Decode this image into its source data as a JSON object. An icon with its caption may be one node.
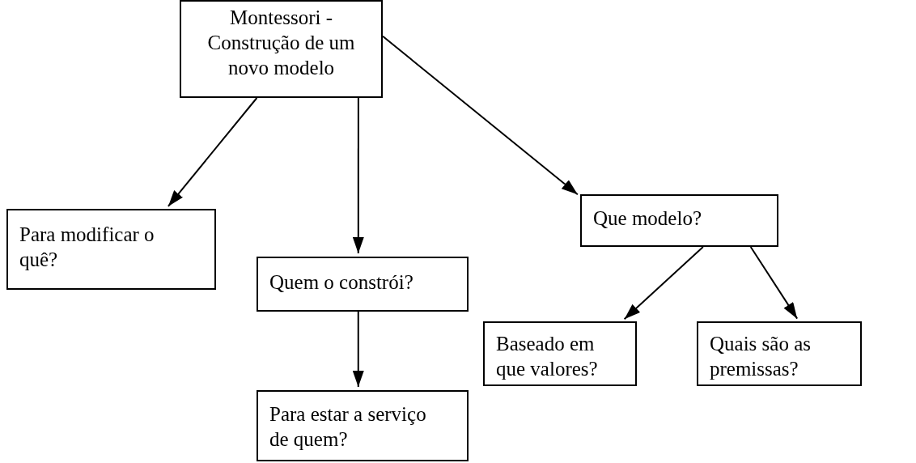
{
  "diagram": {
    "nodes": [
      {
        "text": [
          "Montessori - Construção de um novo modelo"
        ]
      },
      {
        "text": [
          "Para modificar o quê?"
        ]
      },
      {
        "text": [
          "Quem o constrói?"
        ]
      },
      {
        "text": [
          "Que modelo?"
        ]
      },
      {
        "text": [
          "Para estar a serviço de quem?"
        ]
      },
      {
        "text": [
          "Baseado em que valores?"
        ]
      },
      {
        "text": [
          "Quais são as premissas?"
        ]
      }
    ],
    "edges": [
      {
        "from": 0,
        "to": 1,
        "arrow": "to"
      },
      {
        "from": 0,
        "to": 2,
        "arrow": "to"
      },
      {
        "from": 0,
        "to": 3,
        "arrow": "to"
      },
      {
        "from": 2,
        "to": 4,
        "arrow": "to"
      },
      {
        "from": 3,
        "to": 5,
        "arrow": "to"
      },
      {
        "from": 3,
        "to": 6,
        "arrow": "to"
      }
    ]
  }
}
